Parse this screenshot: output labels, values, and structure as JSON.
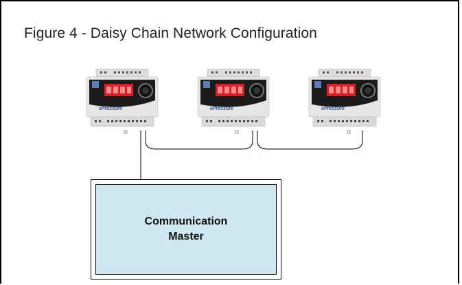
{
  "figure": {
    "title": "Figure 4 - Daisy Chain Network Configuration"
  },
  "devices": [
    {
      "display_color": "#d8202a",
      "brand_text": "ePressure"
    },
    {
      "display_color": "#d8202a",
      "brand_text": "ePressure"
    },
    {
      "display_color": "#d8202a",
      "brand_text": "ePressure"
    }
  ],
  "master": {
    "line1": "Communication",
    "line2": "Master",
    "fill_color": "#cfe7f1"
  },
  "colors": {
    "wire": "#000000",
    "device_body": "#e6e6e6",
    "device_face": "#1b1b1b"
  }
}
